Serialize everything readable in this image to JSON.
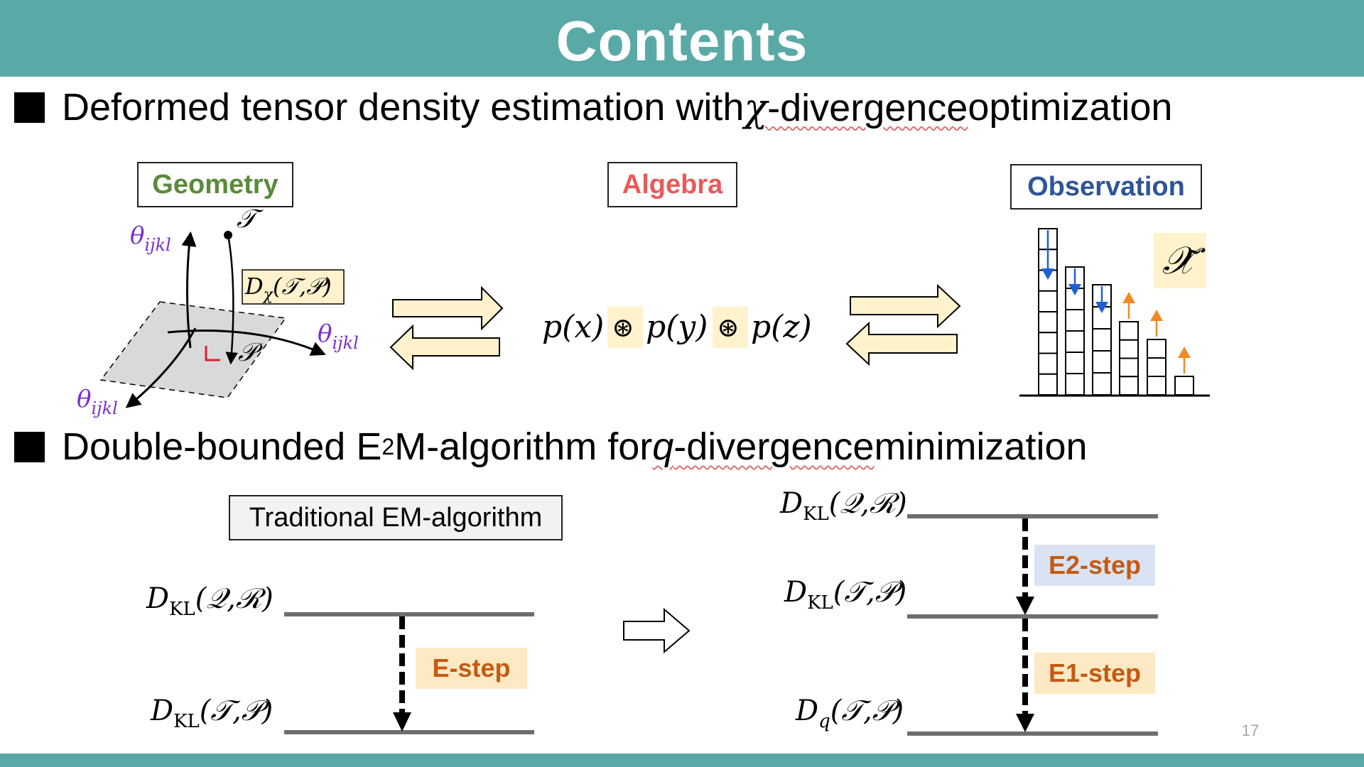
{
  "slide": {
    "title": "Contents",
    "page_number": "17"
  },
  "bullet1": {
    "text_before": "Deformed tensor density estimation with ",
    "symbol": "χ",
    "text_mid": "-divergence",
    "text_after": " optimization"
  },
  "bullet2": {
    "text_before": "Double-bounded E",
    "superscript": "2",
    "text_mid": "M-algorithm for ",
    "symbol": "q",
    "text_squiggle": "-divergence",
    "text_after": " minimization"
  },
  "figure1": {
    "geometry_label": "Geometry",
    "algebra_label": "Algebra",
    "observation_label": "Observation",
    "theta_label": "θ",
    "theta_subscript": "ijkl",
    "tensor_label": "𝒯",
    "projection_label": "𝒫",
    "divergence_label": "D",
    "divergence_subscript": "χ",
    "divergence_args": "(𝒯,𝒫)",
    "product_terms": [
      "p(x)",
      "p(y)",
      "p(z)"
    ],
    "operator": "⊛",
    "observed_tensor": "𝒳̃",
    "colors": {
      "geometry": "#5a8a3a",
      "algebra": "#e85a5a",
      "observation": "#2f5597",
      "theta": "#7b2fd0",
      "highlight": "#fde9c4",
      "down_arrow": "#1f5fd6",
      "up_arrow": "#f08a24",
      "right_angle": "#e0202a"
    }
  },
  "figure2": {
    "traditional_label": "Traditional EM-algorithm",
    "estep_label": "E-step",
    "e2step_label": "E2-step",
    "e1step_label": "E1-step",
    "dkl_main": "D",
    "dkl_sub": "KL",
    "dq_sub": "q",
    "arg_QR": "(𝒬,ℛ)",
    "arg_TP": "(𝒯,𝒫)"
  }
}
